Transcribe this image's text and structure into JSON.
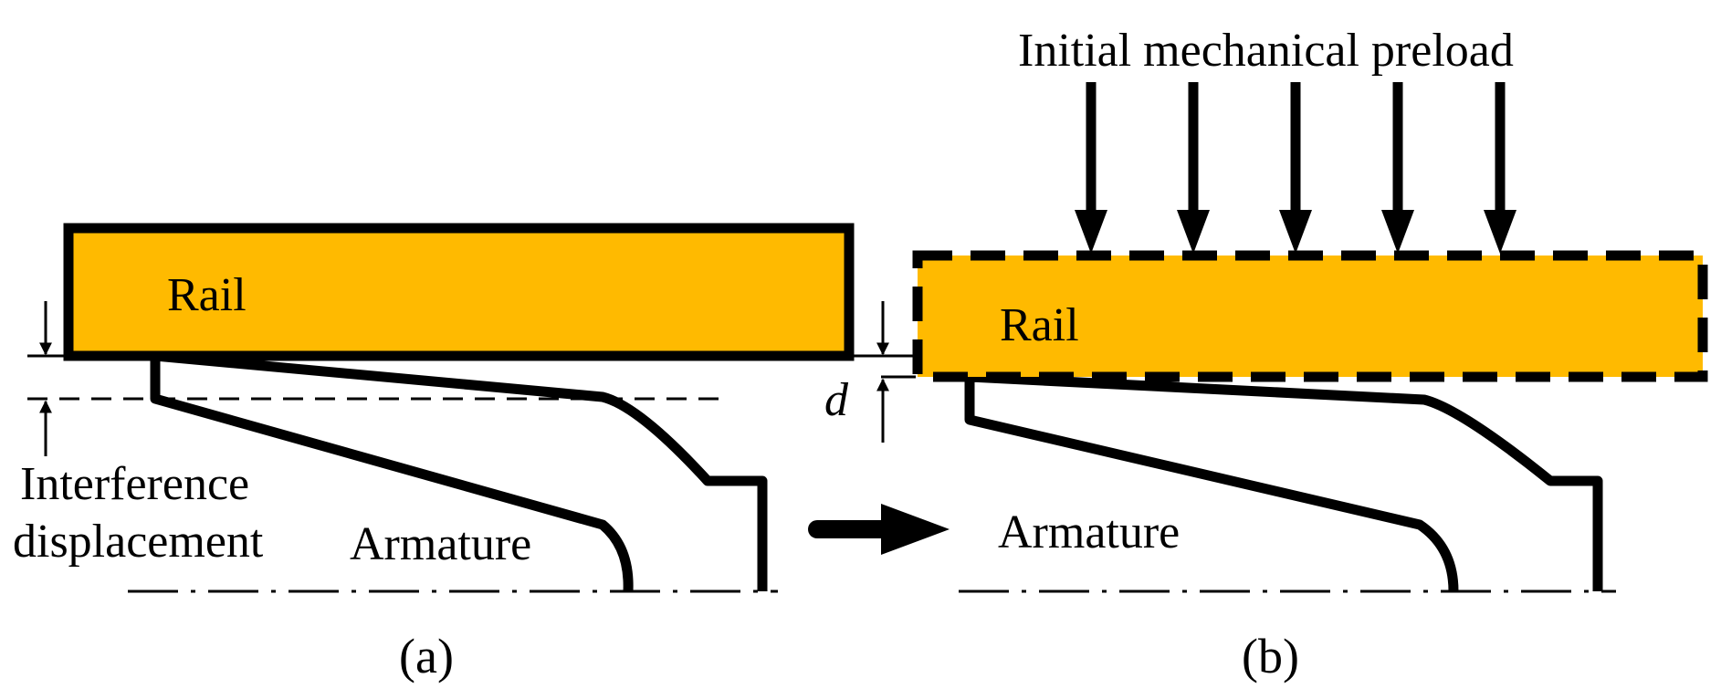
{
  "colors": {
    "rail_fill": "#FFBA00",
    "outline": "#000000",
    "background": "#FFFFFF"
  },
  "panel_a": {
    "rail_label": "Rail",
    "armature_label": "Armature",
    "interference_label_line1": "Interference",
    "interference_label_line2": "displacement",
    "caption": "(a)"
  },
  "panel_b": {
    "title": "Initial mechanical preload",
    "rail_label": "Rail",
    "armature_label": "Armature",
    "caption": "(b)"
  },
  "dimension_label": "d"
}
